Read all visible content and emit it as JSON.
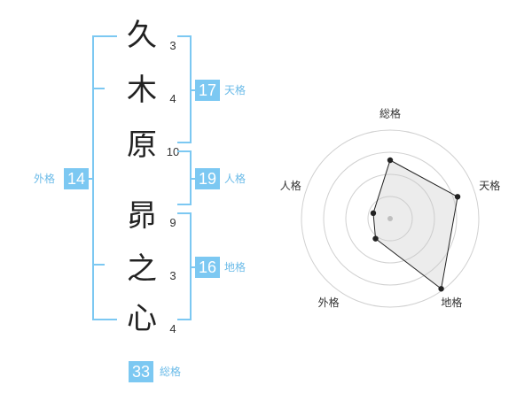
{
  "name": {
    "chars": [
      {
        "char": "久",
        "strokes": "3"
      },
      {
        "char": "木",
        "strokes": "4"
      },
      {
        "char": "原",
        "strokes": "10"
      },
      {
        "char": "昴",
        "strokes": "9"
      },
      {
        "char": "之",
        "strokes": "3"
      },
      {
        "char": "心",
        "strokes": "4"
      }
    ]
  },
  "kakusu": {
    "tenkaku": {
      "value": "17",
      "label": "天格"
    },
    "jinkaku": {
      "value": "19",
      "label": "人格"
    },
    "chikaku": {
      "value": "16",
      "label": "地格"
    },
    "gaikaku": {
      "value": "14",
      "label": "外格"
    },
    "soukaku": {
      "value": "33",
      "label": "総格"
    }
  },
  "colors": {
    "accent": "#7cc8f2",
    "label": "#6bbbe8"
  },
  "chart_data": {
    "type": "radar",
    "axes": [
      "総格",
      "天格",
      "地格",
      "外格",
      "人格"
    ],
    "values": [
      0.66,
      0.8,
      0.98,
      0.28,
      0.2
    ],
    "rings": 4
  }
}
